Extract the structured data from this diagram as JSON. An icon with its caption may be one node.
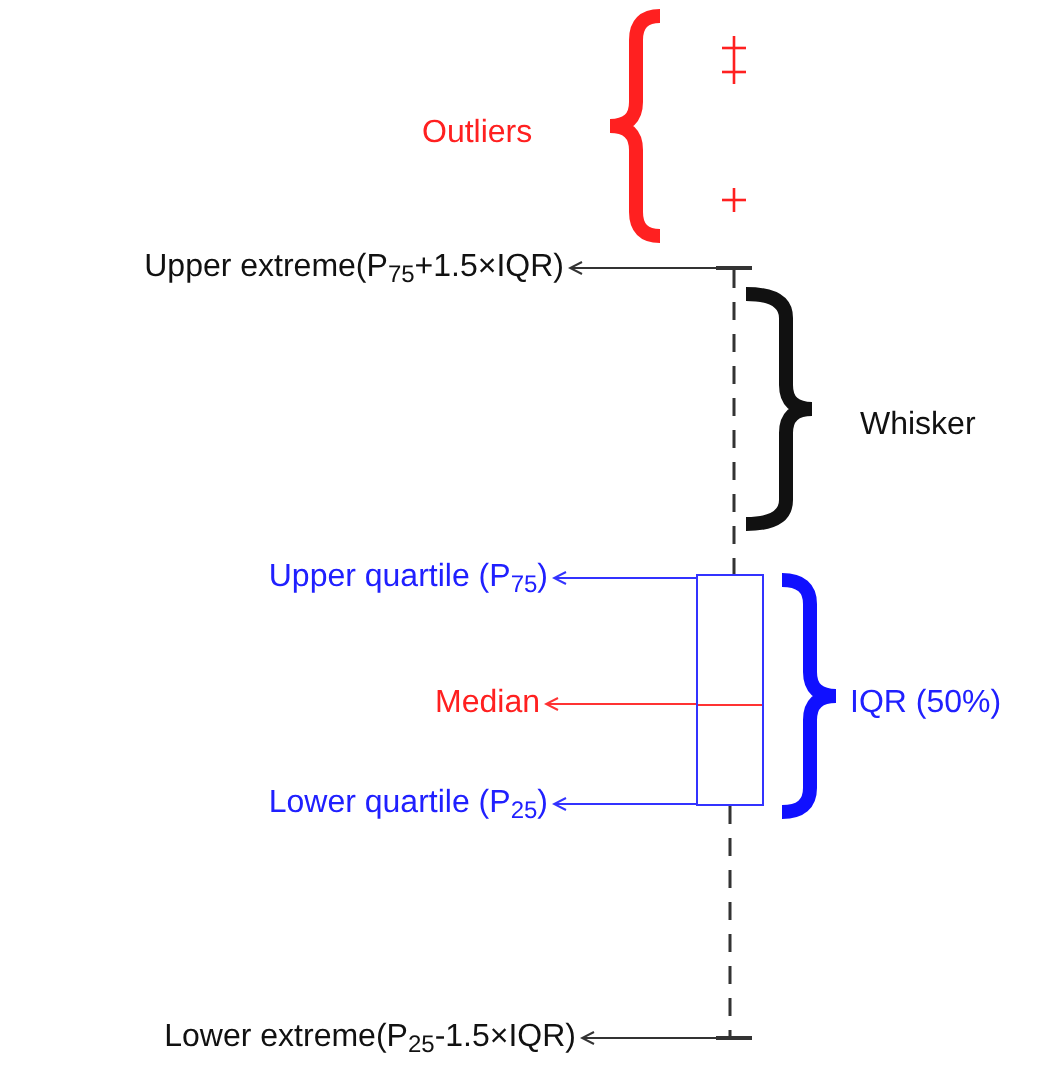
{
  "diagram": {
    "nodes": [
      {
        "text": [
          "Upper extreme(P$_{75}$+1.5×IQR)"
        ]
      },
      {
        "text": [
          "Upper quartile (P$_{75}$)"
        ]
      },
      {
        "text": [
          "Median"
        ]
      },
      {
        "text": [
          "Lower quartile (P$_{25}$)"
        ]
      },
      {
        "text": [
          "Lower extreme(P$_{25}$-1.5×IQR)"
        ]
      },
      {
        "text": [],
        "shape": "bar"
      },
      {
        "text": [],
        "shape": "box"
      },
      {
        "text": [],
        "shape": "bar",
        "in": 6
      },
      {
        "text": [],
        "shape": "bar"
      }
    ],
    "edges": [
      {
        "from": 5,
        "to": 0,
        "arrow": "to",
        "color": "#333333"
      },
      {
        "from": 6,
        "to": 1,
        "arrow": "to",
        "color": "#3333ff"
      },
      {
        "from": 7,
        "to": 2,
        "arrow": "to",
        "color": "#ff3333"
      },
      {
        "from": 6,
        "to": 3,
        "arrow": "to",
        "color": "#3333ff"
      },
      {
        "from": 8,
        "to": 4,
        "arrow": "to",
        "color": "#333333"
      },
      {
        "from": 5,
        "to": 6,
        "arrow": "none",
        "style": "dashed",
        "color": "#333333"
      },
      {
        "from": 6,
        "to": 8,
        "arrow": "none",
        "style": "dashed",
        "color": "#333333"
      }
    ],
    "labels": [
      "Outliers",
      "Whisker",
      "IQR (50%)"
    ]
  }
}
